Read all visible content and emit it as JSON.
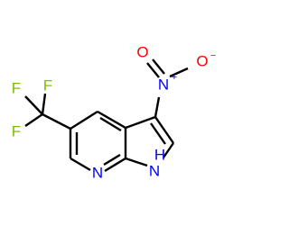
{
  "molecule": {
    "atoms": {
      "f1": {
        "label": "F",
        "color": "#7fbf00"
      },
      "f2": {
        "label": "F",
        "color": "#7fbf00"
      },
      "f3": {
        "label": "F",
        "color": "#7fbf00"
      },
      "n_nitro": {
        "label": "N",
        "color": "#0000ff"
      },
      "n_nitro_charge": {
        "label": "+",
        "color": "#0000ff"
      },
      "o_top": {
        "label": "O",
        "color": "#ff0000"
      },
      "o_top_charge": {
        "label": "−",
        "color": "#ff0000"
      },
      "o_left": {
        "label": "O",
        "color": "#ff0000"
      },
      "n_pyridine": {
        "label": "N",
        "color": "#0000ff"
      },
      "nh_n": {
        "label": "N",
        "color": "#0000ff"
      },
      "nh_h": {
        "label": "H",
        "color": "#0000ff"
      }
    }
  }
}
